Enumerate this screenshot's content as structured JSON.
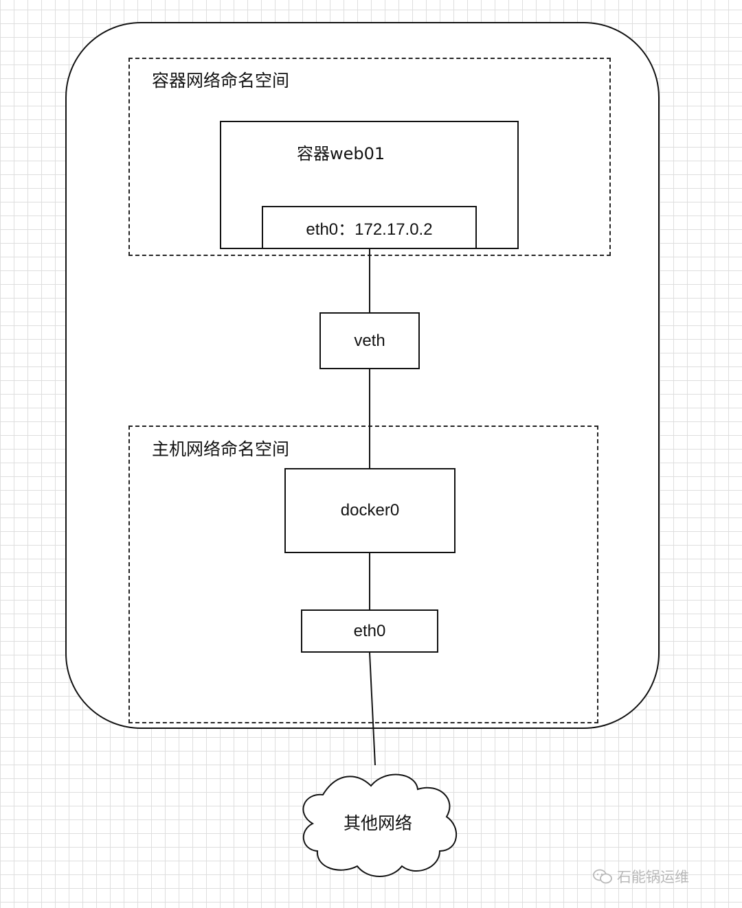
{
  "diagram": {
    "container_namespace": {
      "label": "容器网络命名空间",
      "container": {
        "title": "容器web01",
        "interface": "eth0：172.17.0.2"
      }
    },
    "veth": {
      "label": "veth"
    },
    "host_namespace": {
      "label": "主机网络命名空间",
      "bridge": "docker0",
      "interface": "eth0"
    },
    "external": {
      "label": "其他网络"
    }
  },
  "watermark": {
    "text": "石能锅运维",
    "icon": "wechat-icon"
  }
}
